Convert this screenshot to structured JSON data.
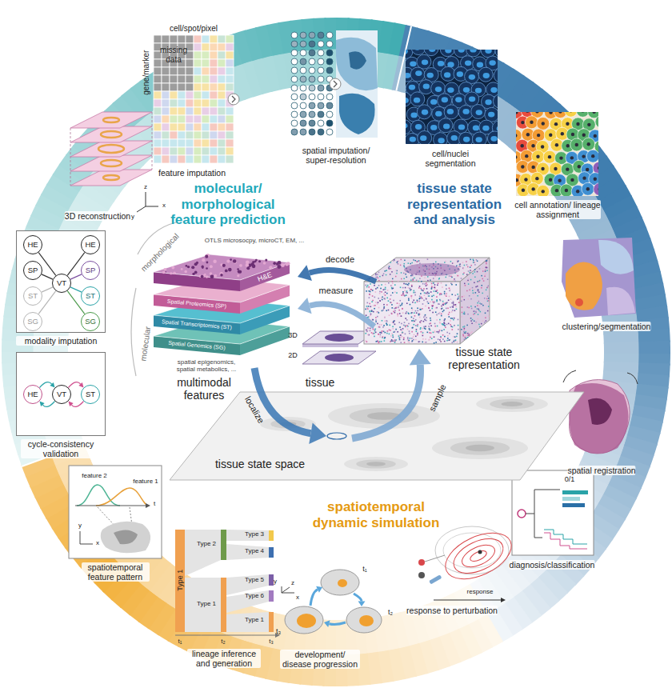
{
  "diagram": {
    "nodes": [
      {
        "text": [
          "modality imputation"
        ]
      },
      {
        "text": [
          "HE"
        ],
        "in": 0
      },
      {
        "text": [
          "SP"
        ],
        "in": 0
      },
      {
        "text": [
          "ST"
        ],
        "in": 0
      },
      {
        "text": [
          "SG"
        ],
        "in": 0
      },
      {
        "text": [
          "VT"
        ],
        "in": 0
      },
      {
        "text": [
          "HE"
        ],
        "in": 0
      },
      {
        "text": [
          "SP"
        ],
        "in": 0
      },
      {
        "text": [
          "ST"
        ],
        "in": 0
      },
      {
        "text": [
          "SG"
        ],
        "in": 0
      },
      {
        "text": [
          "cycle-consistency validation"
        ]
      },
      {
        "text": [
          "HE"
        ],
        "in": 10
      },
      {
        "text": [
          "VT"
        ],
        "in": 10
      },
      {
        "text": [
          "ST"
        ],
        "in": 10
      }
    ],
    "edges": [
      {
        "from": 1,
        "to": 5,
        "arrow": "none"
      },
      {
        "from": 2,
        "to": 5,
        "arrow": "none"
      },
      {
        "from": 3,
        "to": 5,
        "arrow": "none"
      },
      {
        "from": 4,
        "to": 5,
        "arrow": "none"
      },
      {
        "from": 5,
        "to": 6,
        "arrow": "none"
      },
      {
        "from": 5,
        "to": 7,
        "arrow": "none"
      },
      {
        "from": 5,
        "to": 8,
        "arrow": "none"
      },
      {
        "from": 5,
        "to": 9,
        "arrow": "none"
      },
      {
        "from": 11,
        "to": 12,
        "arrow": "to"
      },
      {
        "from": 12,
        "to": 13,
        "arrow": "to"
      },
      {
        "from": 13,
        "to": 12,
        "arrow": "to"
      },
      {
        "from": 12,
        "to": 11,
        "arrow": "to"
      }
    ],
    "labels": [
      "molecular/ morphological feature prediction",
      "tissue state representation and analysis",
      "spatiotemporal dynamic simulation",
      "cell/spot/pixel",
      "gene/marker",
      "missing data",
      "feature imputation",
      "spatial imputation/ super-resolution",
      "cell/nuclei segmentation",
      "cell annotation/ lineage assignment",
      "clustering/segmentation",
      "spatial registration",
      "0/1",
      "diagnosis/classification",
      "response",
      "response to perturbation",
      "t₁",
      "t₂",
      "t₃",
      "y",
      "z",
      "x",
      "development/ disease progression",
      "Type 1",
      "Type 2",
      "Type 1",
      "Type 3",
      "Type 4",
      "Type 5",
      "Type 6",
      "Type 1",
      "t₁",
      "t₂",
      "t₃",
      "lineage inference and generation",
      "feature 2",
      "feature 1",
      "t",
      "y",
      "x",
      "spatiotemporal feature pattern",
      "z",
      "y",
      "x",
      "3D reconstruction",
      "morphological",
      "molecular",
      "OTLS microsocpy, microCT, EM, ...",
      "H&E",
      "Spatial Proteomics (SP)",
      "Spatial Transcriptomics (ST)",
      "Spatial Genomics (SG)",
      "spatial epigenomics, spatial metabolics, ...",
      "multimodal features",
      "decode",
      "measure",
      "3D",
      "2D",
      "tissue",
      "tissue state representation",
      "localize",
      "sample",
      "tissue state space"
    ]
  }
}
